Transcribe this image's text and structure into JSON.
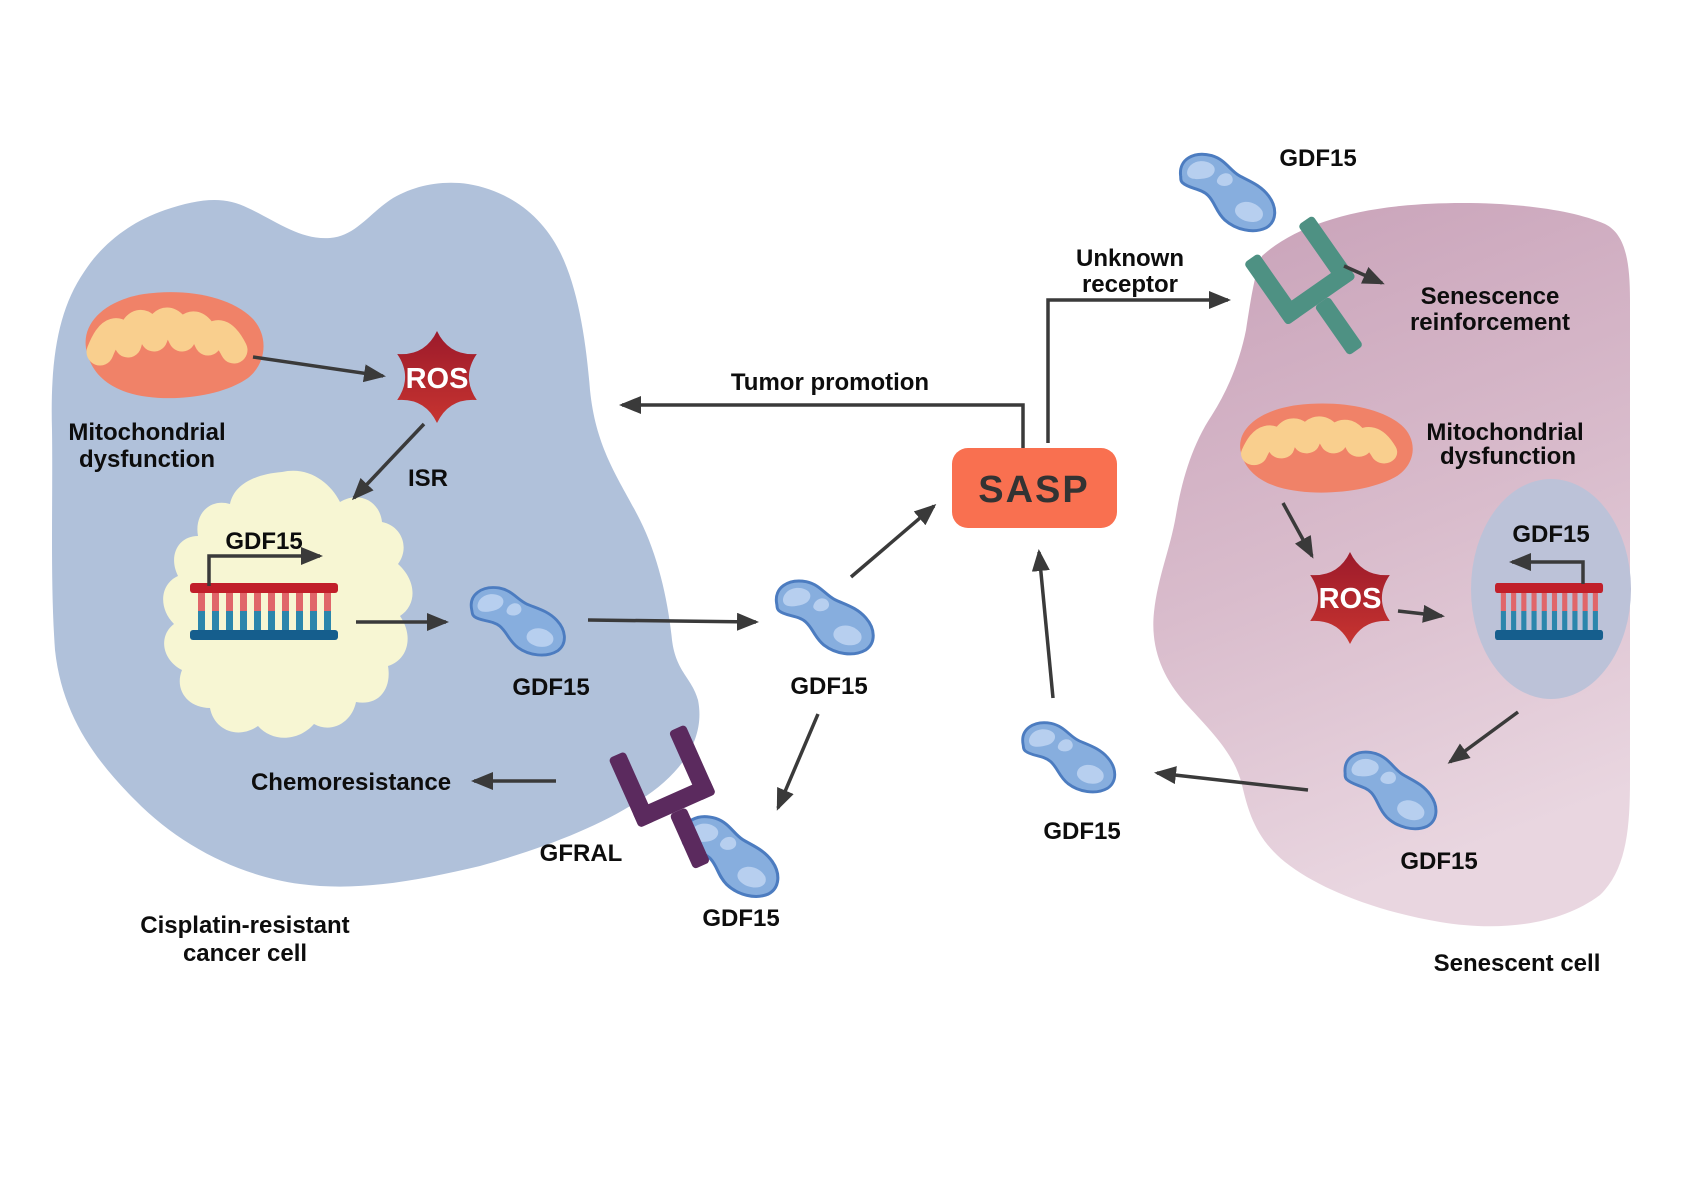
{
  "figure": {
    "cancer_cell": {
      "name_line1": "Cisplatin-resistant",
      "name_line2": "cancer cell",
      "mitochondria_label_line1": "Mitochondrial",
      "mitochondria_label_line2": "dysfunction",
      "ros": "ROS",
      "isr": "ISR",
      "gdf15_gene": "GDF15",
      "gdf15_protein": "GDF15",
      "chemoresistance": "Chemoresistance",
      "receptor": "GFRAL",
      "gdf15_bound": "GDF15"
    },
    "extracellular": {
      "gdf15_mid": "GDF15",
      "tumor_promotion": "Tumor promotion",
      "sasp": "SASP",
      "unknown_receptor_line1": "Unknown",
      "unknown_receptor_line2": "receptor",
      "gdf15_top": "GDF15",
      "gdf15_to_sasp": "GDF15"
    },
    "senescent_cell": {
      "name": "Senescent cell",
      "senescence_line1": "Senescence",
      "senescence_line2": "reinforcement",
      "mitochondria_label_line1": "Mitochondrial",
      "mitochondria_label_line2": "dysfunction",
      "ros": "ROS",
      "gdf15_gene": "GDF15",
      "gdf15_protein": "GDF15"
    }
  },
  "colors": {
    "cancer_cell_body": "#b0c1da",
    "cancer_nucleus": "#f7f6d3",
    "senescent_cell_top": "#c8a1b8",
    "senescent_cell_bottom": "#e9d6e0",
    "senescent_nucleus": "#bcc2d8",
    "sasp_box": "#f97050",
    "ros_dark": "#9c1a2b",
    "ros_light": "#c73430",
    "gfral_receptor": "#5b2a5e",
    "unknown_receptor": "#4e9183",
    "gdf15_protein": "#87aede",
    "mitochondria_outer": "#f08268",
    "mitochondria_inner": "#f9cf8e",
    "dna_top": "#c11f2a",
    "dna_bottom": "#155e8d",
    "arrow": "#3a3a3a"
  }
}
